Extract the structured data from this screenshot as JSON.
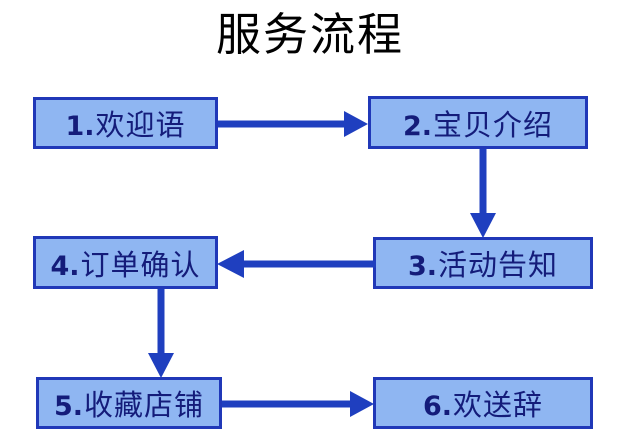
{
  "diagram": {
    "title": "服务流程",
    "accent_border_color": "#2038b8",
    "node_fill_color": "#8fb6f2",
    "node_text_color": "#141c7a",
    "arrow_color": "#1f3fbf",
    "background_color": "#ffffff",
    "nodes": [
      {
        "id": "1",
        "number": "1.",
        "text": "欢迎语",
        "full": "1.欢迎语"
      },
      {
        "id": "2",
        "number": "2.",
        "text": "宝贝介绍",
        "full": "2.宝贝介绍"
      },
      {
        "id": "3",
        "number": "3.",
        "text": "活动告知",
        "full": "3.活动告知"
      },
      {
        "id": "4",
        "number": "4.",
        "text": "订单确认",
        "full": "4.订单确认"
      },
      {
        "id": "5",
        "number": "5.",
        "text": "收藏店铺",
        "full": "5.收藏店铺"
      },
      {
        "id": "6",
        "number": "6.",
        "text": "欢送辞",
        "full": "6.欢送辞"
      }
    ],
    "connectors": [
      {
        "id": "1-2",
        "from": "1",
        "to": "2",
        "direction": "right"
      },
      {
        "id": "2-3",
        "from": "2",
        "to": "3",
        "direction": "down"
      },
      {
        "id": "3-4",
        "from": "3",
        "to": "4",
        "direction": "left"
      },
      {
        "id": "4-5",
        "from": "4",
        "to": "5",
        "direction": "down"
      },
      {
        "id": "5-6",
        "from": "5",
        "to": "6",
        "direction": "right"
      }
    ]
  }
}
